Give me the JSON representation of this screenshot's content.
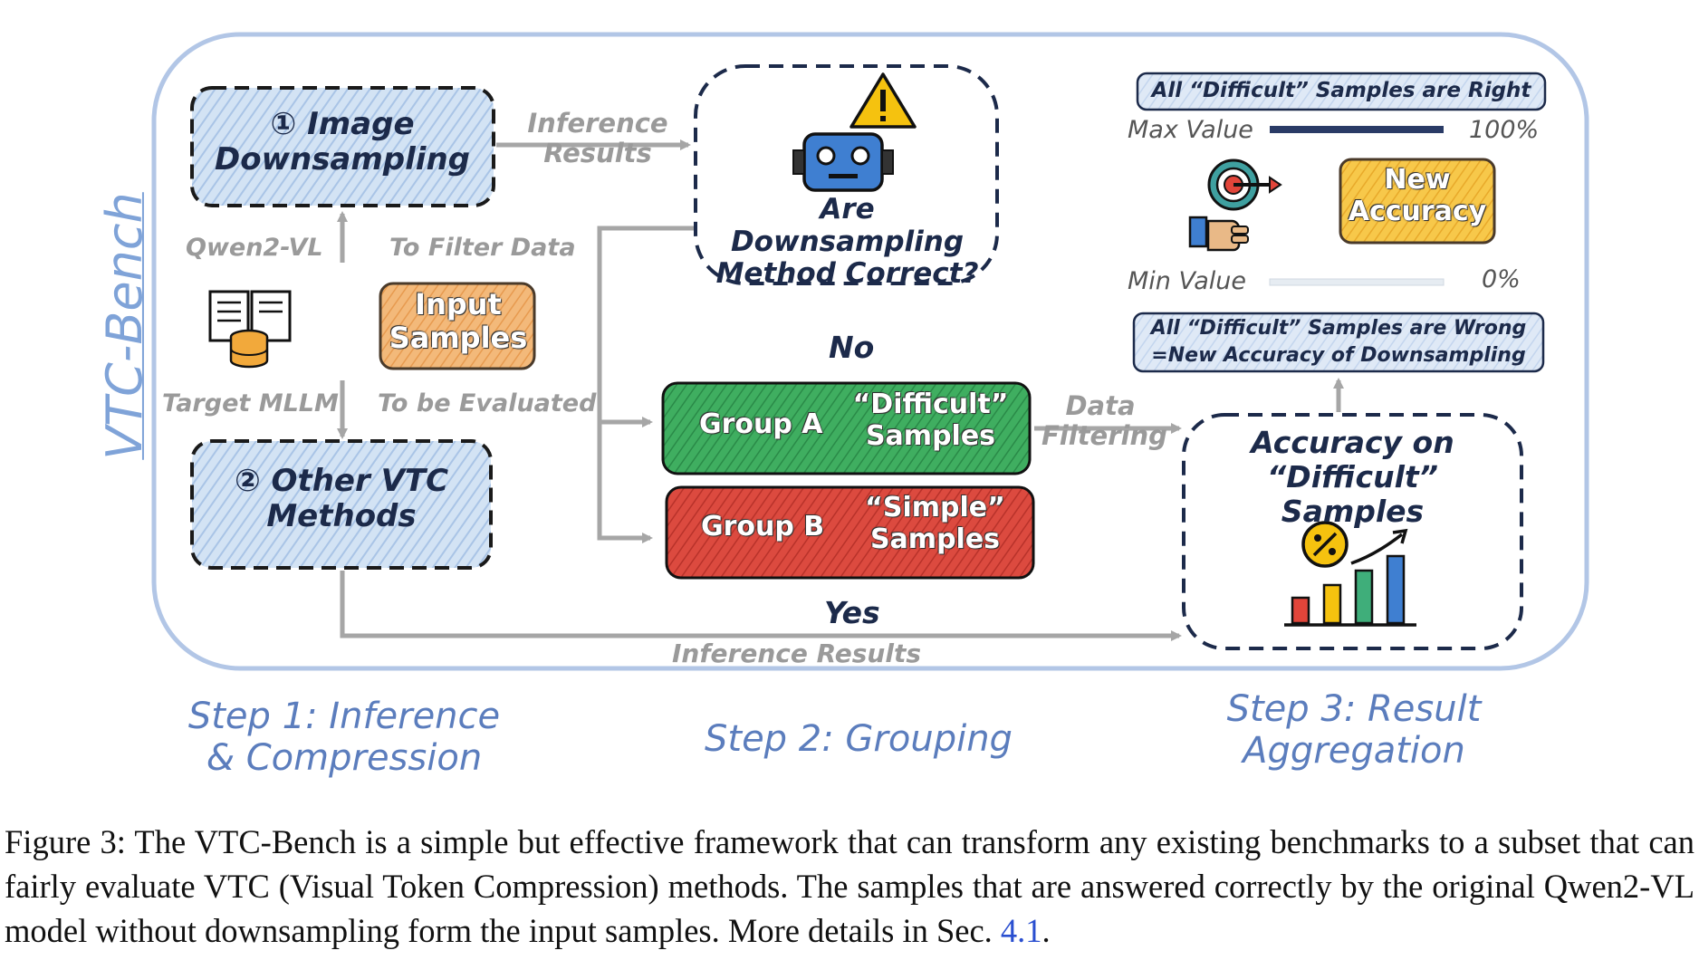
{
  "framework_label": "VTC-Bench",
  "step1": {
    "box_image_downsampling": "① Image Downsampling",
    "box_other_vtc": "② Other VTC Methods",
    "label_qwen": "Qwen2-VL",
    "label_target": "Target MLLM",
    "label_filter": "To Filter Data",
    "label_evaluated": "To be Evaluated",
    "input_samples": "Input Samples",
    "inference_results_top": "Inference Results",
    "title": "Step 1: Inference & Compression"
  },
  "step2": {
    "question": "Are Downsampling Method Correct?",
    "no_label": "No",
    "yes_label": "Yes",
    "group_a": "Group A",
    "group_a_samples": "“Difficult” Samples",
    "group_b": "Group B",
    "group_b_samples": "“Simple” Samples",
    "data_filtering": "Data Filtering",
    "inference_results_bottom": "Inference Results",
    "title": "Step 2: Grouping"
  },
  "step3": {
    "all_right": "All “Difficult” Samples are Right",
    "max_value": "Max Value",
    "max_percent": "100%",
    "new_accuracy": "New Accuracy",
    "min_value": "Min Value",
    "min_percent": "0%",
    "all_wrong_line1": "All “Difficult” Samples are Wrong",
    "all_wrong_line2": "=New Accuracy of Downsampling",
    "accuracy_box": "Accuracy on “Difficult” Samples",
    "title": "Step 3: Result Aggregation"
  },
  "icons": [
    "document-database-icon",
    "robot-warning-icon",
    "target-hand-icon",
    "growth-chart-icon"
  ],
  "colors": {
    "frame": "#a9bfe3",
    "blue_box": "#cfe0f3",
    "orange_box": "#f2b473",
    "green_box": "#3aa25b",
    "red_box": "#d8443a",
    "yellow_box": "#f5c342",
    "navy": "#1c2a4a"
  },
  "caption": {
    "text": "Figure 3: The VTC-Bench is a simple but effective framework that can transform any existing benchmarks to a subset that can fairly evaluate VTC (Visual Token Compression) methods. The samples that are answered correctly by the original Qwen2-VL model without downsampling form the input samples. More details in Sec. ",
    "ref": "4.1",
    "end": "."
  }
}
